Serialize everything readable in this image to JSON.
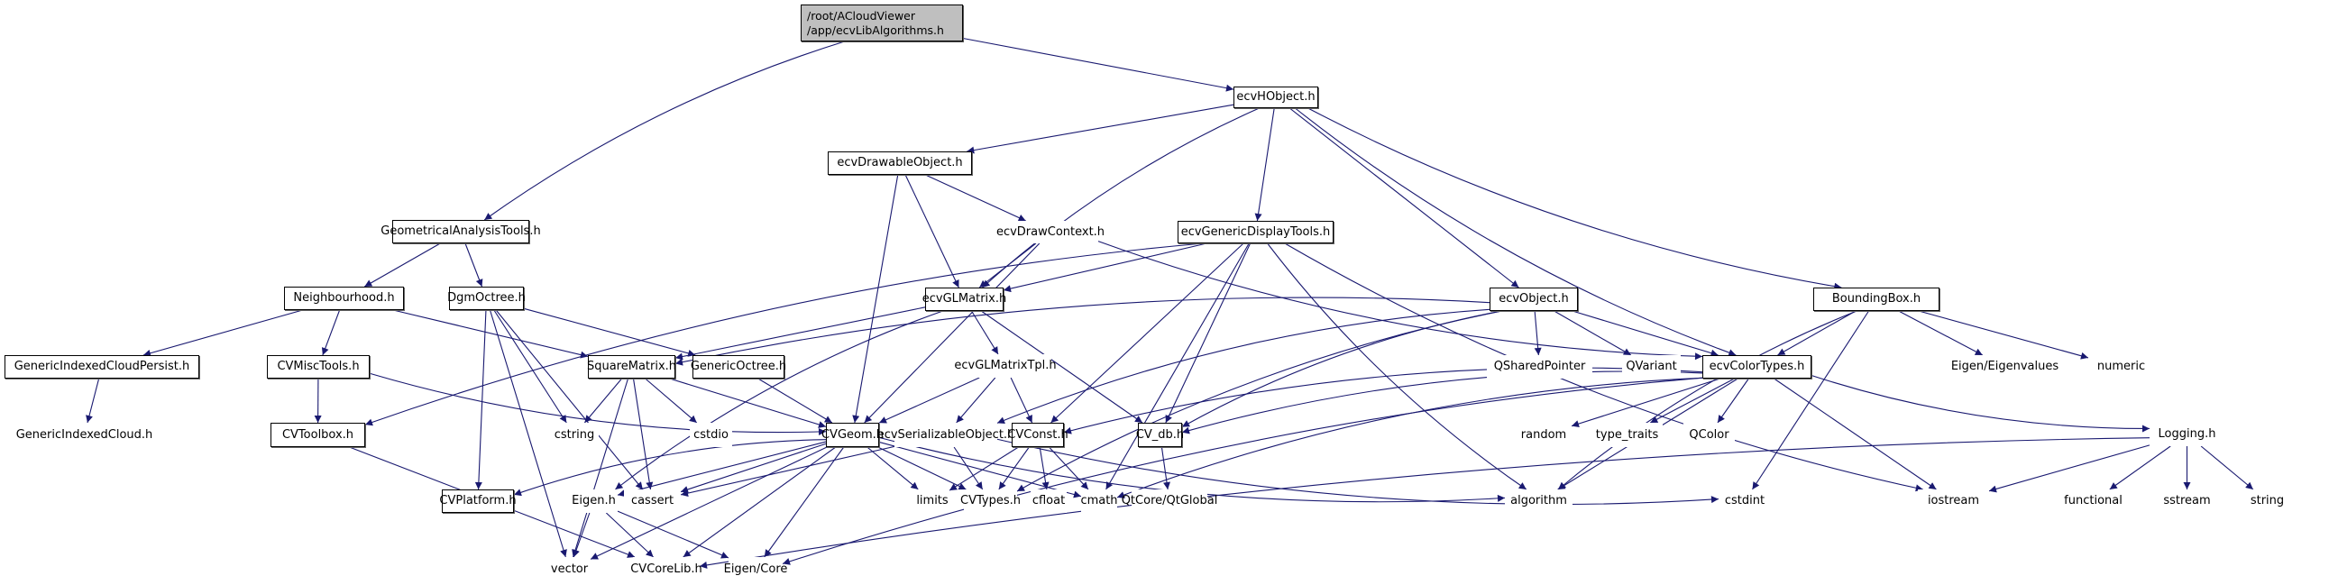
{
  "diagram": {
    "title": "Include dependency graph for ecvLibAlgorithms.h",
    "edge_color": "#191970",
    "node_styles": {
      "root": {
        "fill": "#bfbfbf",
        "border": "#000000"
      },
      "normal": {
        "fill": "#ffffff",
        "border": "#000000"
      },
      "truncated": {
        "fill": "#ffffff",
        "border": "#ff0000"
      },
      "external": {
        "fill": "#ffffff",
        "border": "#bfbfbf"
      }
    },
    "nodes": [
      {
        "id": "root",
        "label": "/root/ACloudViewer\n/app/ecvLibAlgorithms.h",
        "style": "root"
      },
      {
        "id": "ecvHObject",
        "label": "ecvHObject.h",
        "style": "normal"
      },
      {
        "id": "ecvDrawableObject",
        "label": "ecvDrawableObject.h",
        "style": "normal"
      },
      {
        "id": "GeometricalAnalysisTools",
        "label": "GeometricalAnalysisTools.h",
        "style": "normal"
      },
      {
        "id": "ecvDrawContext",
        "label": "ecvDrawContext.h",
        "style": "truncated"
      },
      {
        "id": "ecvGenericDisplayTools",
        "label": "ecvGenericDisplayTools.h",
        "style": "normal"
      },
      {
        "id": "ecvGLMatrix",
        "label": "ecvGLMatrix.h",
        "style": "normal"
      },
      {
        "id": "ecvObject",
        "label": "ecvObject.h",
        "style": "normal"
      },
      {
        "id": "BoundingBox",
        "label": "BoundingBox.h",
        "style": "normal"
      },
      {
        "id": "Neighbourhood",
        "label": "Neighbourhood.h",
        "style": "normal"
      },
      {
        "id": "DgmOctree",
        "label": "DgmOctree.h",
        "style": "normal"
      },
      {
        "id": "GenericIndexedCloudPersist",
        "label": "GenericIndexedCloudPersist.h",
        "style": "normal"
      },
      {
        "id": "CVMiscTools",
        "label": "CVMiscTools.h",
        "style": "normal"
      },
      {
        "id": "SquareMatrix",
        "label": "SquareMatrix.h",
        "style": "normal"
      },
      {
        "id": "GenericOctree",
        "label": "GenericOctree.h",
        "style": "normal"
      },
      {
        "id": "ecvGLMatrixTpl",
        "label": "ecvGLMatrixTpl.h",
        "style": "truncated"
      },
      {
        "id": "QSharedPointer",
        "label": "QSharedPointer",
        "style": "external"
      },
      {
        "id": "QVariant",
        "label": "QVariant",
        "style": "external"
      },
      {
        "id": "ecvColorTypes",
        "label": "ecvColorTypes.h",
        "style": "normal"
      },
      {
        "id": "EigenEigenvalues",
        "label": "Eigen/Eigenvalues",
        "style": "external"
      },
      {
        "id": "numeric",
        "label": "numeric",
        "style": "external"
      },
      {
        "id": "GenericIndexedCloud",
        "label": "GenericIndexedCloud.h",
        "style": "truncated"
      },
      {
        "id": "CVToolbox",
        "label": "CVToolbox.h",
        "style": "normal"
      },
      {
        "id": "cstring",
        "label": "cstring",
        "style": "external"
      },
      {
        "id": "cstdio",
        "label": "cstdio",
        "style": "external"
      },
      {
        "id": "CVGeom",
        "label": "CVGeom.h",
        "style": "normal"
      },
      {
        "id": "ecvSerializableObject",
        "label": "ecvSerializableObject.h",
        "style": "truncated"
      },
      {
        "id": "CVConst",
        "label": "CVConst.h",
        "style": "normal"
      },
      {
        "id": "CV_db",
        "label": "CV_db.h",
        "style": "normal"
      },
      {
        "id": "random",
        "label": "random",
        "style": "external"
      },
      {
        "id": "type_traits",
        "label": "type_traits",
        "style": "external"
      },
      {
        "id": "QColor",
        "label": "QColor",
        "style": "external"
      },
      {
        "id": "Logging",
        "label": "Logging.h",
        "style": "truncated"
      },
      {
        "id": "CVPlatform",
        "label": "CVPlatform.h",
        "style": "normal"
      },
      {
        "id": "Eigen",
        "label": "Eigen.h",
        "style": "truncated"
      },
      {
        "id": "cassert",
        "label": "cassert",
        "style": "external"
      },
      {
        "id": "limits",
        "label": "limits",
        "style": "external"
      },
      {
        "id": "CVTypes",
        "label": "CVTypes.h",
        "style": "truncated"
      },
      {
        "id": "cfloat",
        "label": "cfloat",
        "style": "external"
      },
      {
        "id": "cmath",
        "label": "cmath",
        "style": "external"
      },
      {
        "id": "QtGlobal",
        "label": "QtCore/QtGlobal",
        "style": "external"
      },
      {
        "id": "algorithm",
        "label": "algorithm",
        "style": "external"
      },
      {
        "id": "cstdint",
        "label": "cstdint",
        "style": "external"
      },
      {
        "id": "iostream",
        "label": "iostream",
        "style": "external"
      },
      {
        "id": "functional",
        "label": "functional",
        "style": "external"
      },
      {
        "id": "sstream",
        "label": "sstream",
        "style": "external"
      },
      {
        "id": "string",
        "label": "string",
        "style": "external"
      },
      {
        "id": "vector",
        "label": "vector",
        "style": "external"
      },
      {
        "id": "CVCoreLib",
        "label": "CVCoreLib.h",
        "style": "truncated"
      },
      {
        "id": "EigenCore",
        "label": "Eigen/Core",
        "style": "external"
      }
    ],
    "edges": [
      [
        "root",
        "ecvHObject"
      ],
      [
        "root",
        "GeometricalAnalysisTools"
      ],
      [
        "ecvHObject",
        "ecvDrawableObject"
      ],
      [
        "ecvHObject",
        "ecvGLMatrix"
      ],
      [
        "ecvHObject",
        "ecvGenericDisplayTools"
      ],
      [
        "ecvHObject",
        "ecvObject"
      ],
      [
        "ecvHObject",
        "ecvColorTypes"
      ],
      [
        "ecvHObject",
        "BoundingBox"
      ],
      [
        "ecvDrawableObject",
        "ecvDrawContext"
      ],
      [
        "ecvDrawableObject",
        "ecvGLMatrix"
      ],
      [
        "ecvDrawableObject",
        "CVGeom"
      ],
      [
        "ecvDrawContext",
        "ecvGLMatrix"
      ],
      [
        "ecvDrawContext",
        "CVGeom"
      ],
      [
        "ecvDrawContext",
        "ecvColorTypes"
      ],
      [
        "ecvGenericDisplayTools",
        "ecvGLMatrix"
      ],
      [
        "ecvGenericDisplayTools",
        "CVConst"
      ],
      [
        "ecvGenericDisplayTools",
        "cmath"
      ],
      [
        "ecvGenericDisplayTools",
        "CV_db"
      ],
      [
        "ecvGenericDisplayTools",
        "algorithm"
      ],
      [
        "ecvGenericDisplayTools",
        "iostream"
      ],
      [
        "ecvGenericDisplayTools",
        "CVToolbox"
      ],
      [
        "GeometricalAnalysisTools",
        "Neighbourhood"
      ],
      [
        "GeometricalAnalysisTools",
        "DgmOctree"
      ],
      [
        "Neighbourhood",
        "GenericIndexedCloudPersist"
      ],
      [
        "Neighbourhood",
        "CVMiscTools"
      ],
      [
        "Neighbourhood",
        "SquareMatrix"
      ],
      [
        "GenericIndexedCloudPersist",
        "GenericIndexedCloud"
      ],
      [
        "CVMiscTools",
        "CVToolbox"
      ],
      [
        "CVMiscTools",
        "CVGeom"
      ],
      [
        "CVToolbox",
        "CVCoreLib"
      ],
      [
        "DgmOctree",
        "GenericOctree"
      ],
      [
        "DgmOctree",
        "cstring"
      ],
      [
        "DgmOctree",
        "CVPlatform"
      ],
      [
        "DgmOctree",
        "vector"
      ],
      [
        "DgmOctree",
        "cassert"
      ],
      [
        "ecvGLMatrix",
        "SquareMatrix"
      ],
      [
        "ecvGLMatrix",
        "ecvGLMatrixTpl"
      ],
      [
        "ecvGLMatrix",
        "Eigen"
      ],
      [
        "ecvGLMatrix",
        "CV_db"
      ],
      [
        "ecvGLMatrixTpl",
        "CVGeom"
      ],
      [
        "ecvGLMatrixTpl",
        "ecvSerializableObject"
      ],
      [
        "ecvGLMatrixTpl",
        "CVConst"
      ],
      [
        "SquareMatrix",
        "cstring"
      ],
      [
        "SquareMatrix",
        "cstdio"
      ],
      [
        "SquareMatrix",
        "CVGeom"
      ],
      [
        "SquareMatrix",
        "vector"
      ],
      [
        "SquareMatrix",
        "cassert"
      ],
      [
        "GenericOctree",
        "CVGeom"
      ],
      [
        "ecvObject",
        "SquareMatrix"
      ],
      [
        "ecvObject",
        "QSharedPointer"
      ],
      [
        "ecvObject",
        "QVariant"
      ],
      [
        "ecvObject",
        "ecvColorTypes"
      ],
      [
        "ecvObject",
        "ecvSerializableObject"
      ],
      [
        "ecvObject",
        "CV_db"
      ],
      [
        "ecvObject",
        "CVTypes"
      ],
      [
        "BoundingBox",
        "ecvColorTypes"
      ],
      [
        "BoundingBox",
        "EigenEigenvalues"
      ],
      [
        "BoundingBox",
        "numeric"
      ],
      [
        "BoundingBox",
        "algorithm"
      ],
      [
        "BoundingBox",
        "cstdint"
      ],
      [
        "ecvColorTypes",
        "CVConst"
      ],
      [
        "ecvColorTypes",
        "CV_db"
      ],
      [
        "ecvColorTypes",
        "random"
      ],
      [
        "ecvColorTypes",
        "type_traits"
      ],
      [
        "ecvColorTypes",
        "QColor"
      ],
      [
        "ecvColorTypes",
        "Logging"
      ],
      [
        "ecvColorTypes",
        "algorithm"
      ],
      [
        "ecvColorTypes",
        "cmath"
      ],
      [
        "ecvColorTypes",
        "iostream"
      ],
      [
        "ecvColorTypes",
        "EigenCore"
      ],
      [
        "CVGeom",
        "CVPlatform"
      ],
      [
        "CVGeom",
        "Eigen"
      ],
      [
        "CVGeom",
        "cassert"
      ],
      [
        "CVGeom",
        "limits"
      ],
      [
        "CVGeom",
        "CVTypes"
      ],
      [
        "CVGeom",
        "cmath"
      ],
      [
        "CVGeom",
        "vector"
      ],
      [
        "CVGeom",
        "CVCoreLib"
      ],
      [
        "CVGeom",
        "EigenCore"
      ],
      [
        "CVGeom",
        "algorithm"
      ],
      [
        "ecvSerializableObject",
        "cassert"
      ],
      [
        "ecvSerializableObject",
        "CVTypes"
      ],
      [
        "ecvSerializableObject",
        "cstdint"
      ],
      [
        "CVConst",
        "limits"
      ],
      [
        "CVConst",
        "CVTypes"
      ],
      [
        "CVConst",
        "cfloat"
      ],
      [
        "CVConst",
        "cmath"
      ],
      [
        "CV_db",
        "QtGlobal"
      ],
      [
        "Logging",
        "iostream"
      ],
      [
        "Logging",
        "functional"
      ],
      [
        "Logging",
        "sstream"
      ],
      [
        "Logging",
        "string"
      ],
      [
        "Logging",
        "CVCoreLib"
      ],
      [
        "Eigen",
        "vector"
      ],
      [
        "Eigen",
        "CVCoreLib"
      ],
      [
        "Eigen",
        "EigenCore"
      ]
    ]
  }
}
